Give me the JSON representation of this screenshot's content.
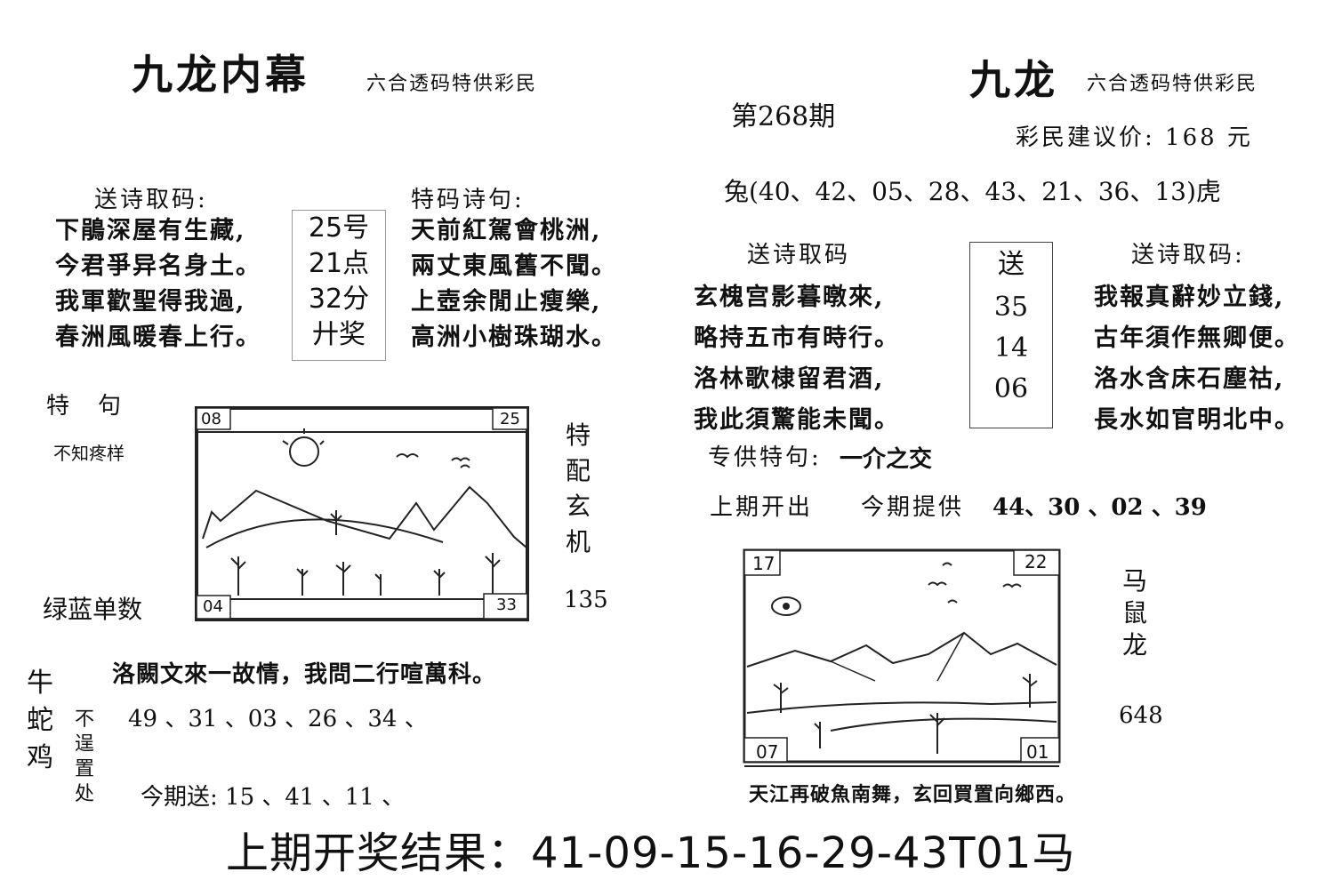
{
  "left": {
    "title": "九龙内幕",
    "subtitle": "六合透码特供彩民",
    "poem_heading": "送诗取码:",
    "poem_lines": [
      "下鵑深屋有生藏,",
      "今君爭异名身土。",
      "我軍歡聖得我過,",
      "春洲風暖春上行。"
    ],
    "info_box": [
      "25号",
      "21点",
      "32分",
      "廾奖"
    ],
    "special_heading": "特码诗句:",
    "special_lines": [
      "天前紅駕會桃洲,",
      "兩丈東風舊不聞。",
      "上壺余閒止瘦樂,",
      "高洲小樹珠瑚水。"
    ],
    "te_ju_label": "特　句",
    "te_ju_text": "不知疼样",
    "picture_corners": {
      "tl": "08",
      "tr": "25",
      "bl": "04",
      "br": "33"
    },
    "side_vertical": [
      "特",
      "配",
      "玄",
      "机"
    ],
    "side_number": "135",
    "green_blue": "绿蓝单数",
    "poem_bottom": "洛闕文來一故情，我問二行喧萬科。",
    "zodiac_vertical": [
      "牛",
      "蛇",
      "鸡"
    ],
    "bu_label": [
      "不",
      "逞",
      "置",
      "处"
    ],
    "numbers_line": "49 、31 、03 、26 、34 、",
    "today_send": "今期送: 15 、41 、11 、"
  },
  "right": {
    "issue": "第268期",
    "title": "九龙",
    "subtitle": "六合透码特供彩民",
    "price": "彩民建议价:  168 元",
    "rabbit_line": "兔(40、42、05、28、43、21、36、13)虎",
    "poem1_heading": "送诗取码",
    "poem1_lines": [
      "玄槐宫影暮暾來,",
      "略持五市有時行。",
      "洛林歌棣留君酒,",
      "我此須驚能未聞。"
    ],
    "send_box": [
      "送",
      "35",
      "14",
      "06"
    ],
    "poem2_heading": "送诗取码:",
    "poem2_lines": [
      "我報真辭妙立錢,",
      "古年須作無卿便。",
      "洛水含床石塵祜,",
      "長水如官明北中。"
    ],
    "special_phrase_label": "专供特句:",
    "special_phrase": "一介之交",
    "last_period_label": "上期开出",
    "this_period_label": "今期提供",
    "this_period_numbers": "44、30 、02 、39",
    "picture_corners": {
      "tl": "17",
      "tr": "22",
      "bl": "07",
      "br": "01"
    },
    "side_vertical": [
      "马",
      "鼠",
      "龙"
    ],
    "side_number": "648",
    "poem_bottom": "天江再破魚南舞，玄回買置向鄉西。"
  },
  "footer": {
    "last_result": "上期开奖结果：41-09-15-16-29-43T01马"
  }
}
